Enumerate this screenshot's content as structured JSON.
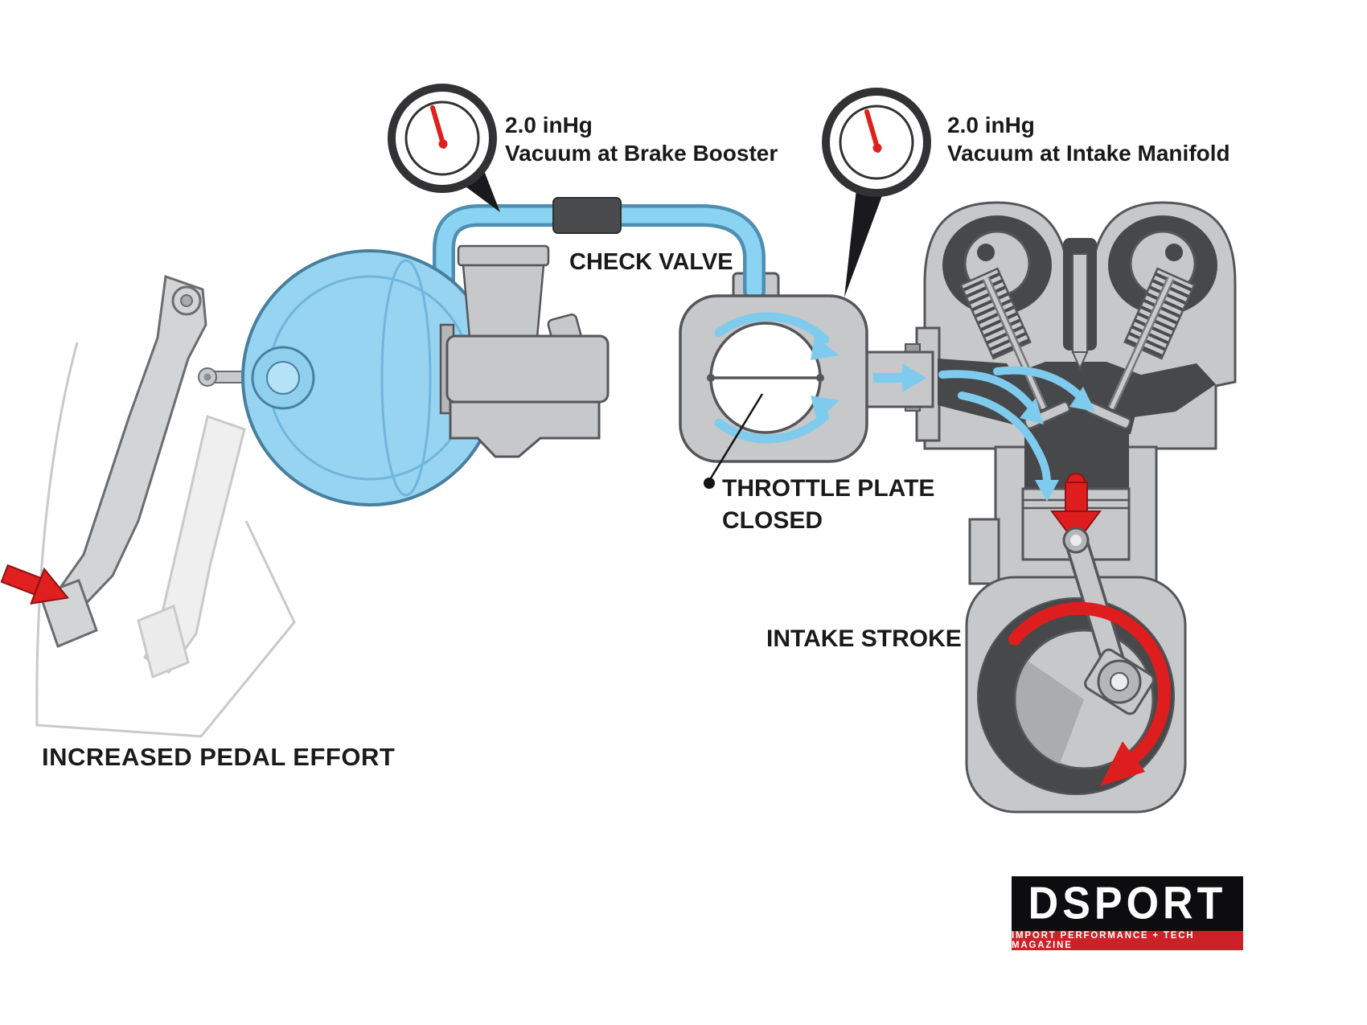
{
  "diagram": {
    "gauges": [
      {
        "value": "2.0 inHg",
        "caption": "Vacuum at Brake Booster"
      },
      {
        "value": "2.0 inHg",
        "caption": "Vacuum at Intake Manifold"
      }
    ],
    "labels": {
      "check_valve": "CHECK VALVE",
      "throttle_plate_line1": "THROTTLE PLATE",
      "throttle_plate_line2": "CLOSED",
      "intake_stroke": "INTAKE STROKE",
      "pedal_effort": "INCREASED PEDAL EFFORT"
    }
  },
  "logo": {
    "brand": "DSPORT",
    "tagline": "IMPORT PERFORMANCE + TECH MAGAZINE"
  },
  "colors": {
    "vacuum_blue": "#8AD3F2",
    "tube_outline": "#4E8FB0",
    "booster_blue": "#97D4F1",
    "arrow_red": "#DE1E1E",
    "metal_gray": "#C7C8CA",
    "metal_outline": "#55565A",
    "cavity_dark": "#47484A",
    "text": "#1A1A1A",
    "logo_red": "#CB2127",
    "logo_black": "#0D0D0F"
  }
}
